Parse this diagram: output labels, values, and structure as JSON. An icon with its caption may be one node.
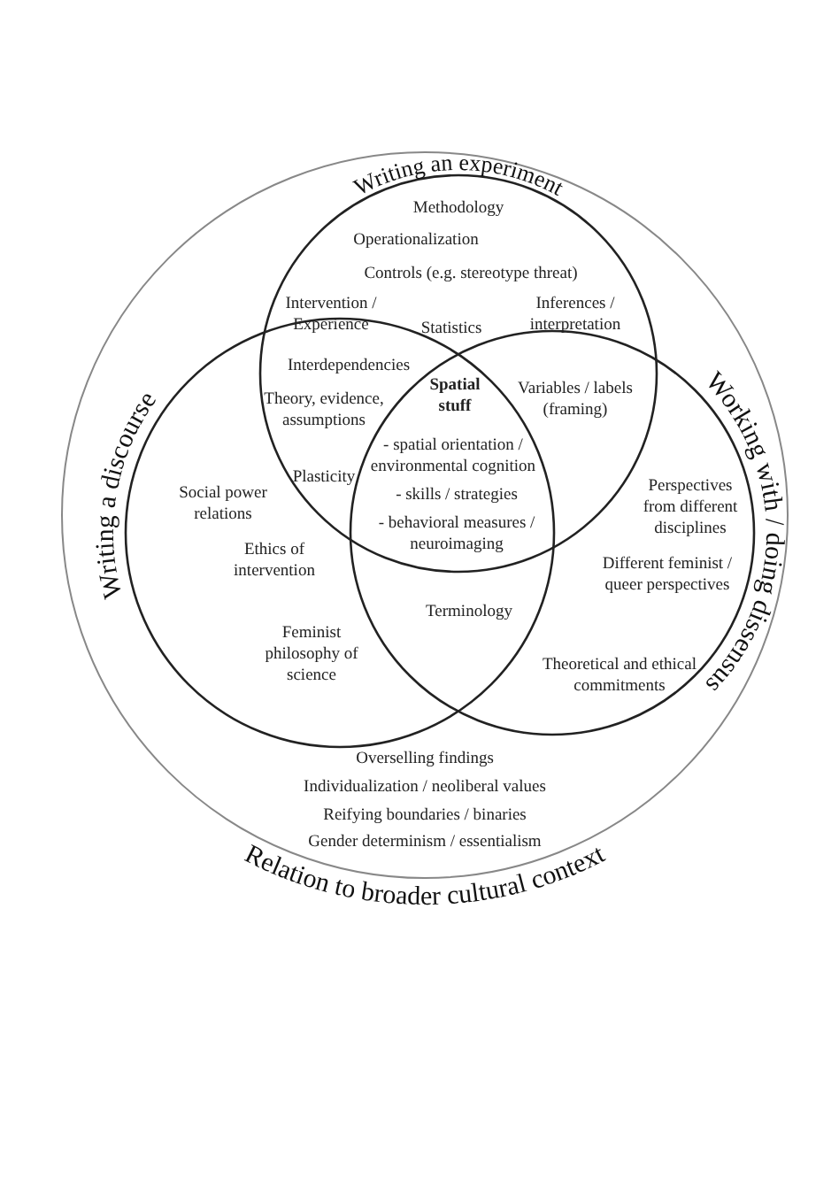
{
  "diagram": {
    "nodes": [
      {
        "text": [
          "Relation to broader cultural context"
        ]
      },
      {
        "text": [
          "Writing an experiment"
        ],
        "in": 0
      },
      {
        "text": [
          "Writing a discourse"
        ],
        "in": 0
      },
      {
        "text": [
          "Working with / doing dissensus"
        ],
        "in": 0
      }
    ],
    "edges": [],
    "labels": [
      "Methodology",
      "Operationalization",
      "Controls (e.g. stereotype threat)",
      "Intervention / Experience",
      "Statistics",
      "Inferences / interpretation",
      "Interdependencies",
      "Spatial stuff",
      "Variables / labels (framing)",
      "Theory, evidence, assumptions",
      "- spatial orientation / environmental cognition",
      "Plasticity",
      "- skills / strategies",
      "Social power relations",
      "Perspectives from different disciplines",
      "- behavioral measures / neuroimaging",
      "Ethics of intervention",
      "Different feminist / queer perspectives",
      "Terminology",
      "Feminist philosophy of science",
      "Theoretical and ethical commitments",
      "Overselling findings",
      "Individualization / neoliberal values",
      "Reifying boundaries / binaries",
      "Gender determinism / essentialism"
    ]
  }
}
